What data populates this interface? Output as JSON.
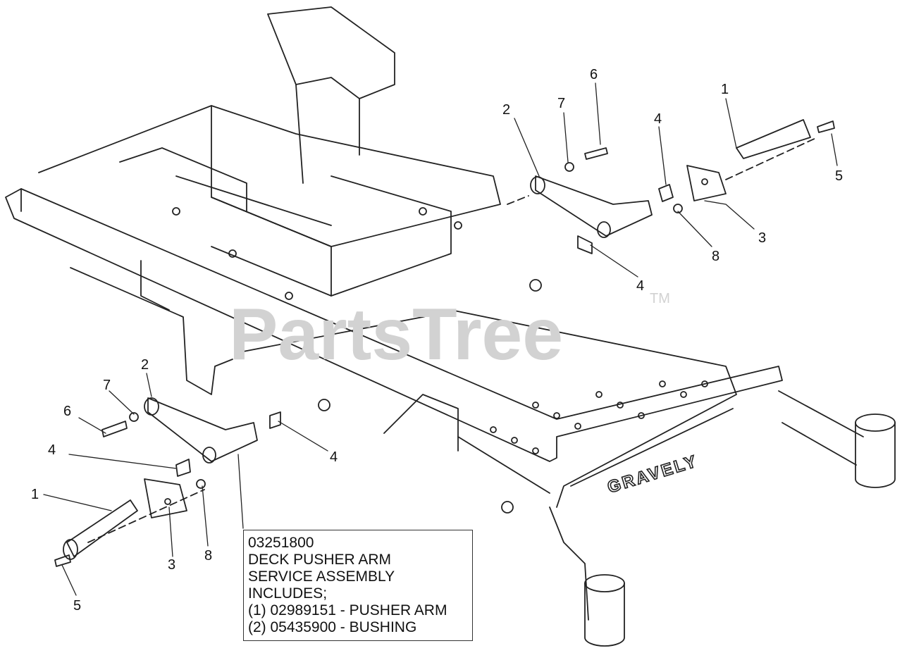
{
  "watermark": {
    "text": "PartsTree",
    "tm": "TM"
  },
  "frame_brand": "GRAVELY",
  "callouts_right": [
    "1",
    "2",
    "3",
    "4",
    "4",
    "5",
    "6",
    "7",
    "8"
  ],
  "callouts_left": [
    "1",
    "2",
    "3",
    "4",
    "4",
    "5",
    "6",
    "7",
    "8"
  ],
  "info_box": {
    "part_number": "03251800",
    "line1": "DECK PUSHER ARM",
    "line2": "SERVICE ASSEMBLY",
    "line3": "INCLUDES;",
    "line4": "(1) 02989151 - PUSHER ARM",
    "line5": "(2) 05435900 - BUSHING"
  }
}
